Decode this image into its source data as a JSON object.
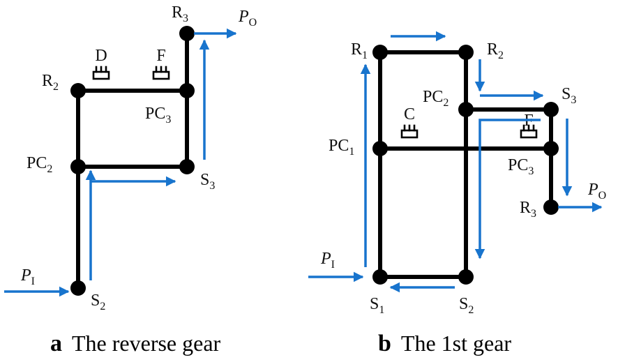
{
  "panel_a": {
    "caption_letter": "a",
    "caption_text": "The reverse gear",
    "nodes": {
      "R3": {
        "main": "R",
        "sub": "3"
      },
      "R2": {
        "main": "R",
        "sub": "2"
      },
      "PC3": {
        "main": "PC",
        "sub": "3"
      },
      "PC2": {
        "main": "PC",
        "sub": "2"
      },
      "S3": {
        "main": "S",
        "sub": "3"
      },
      "S2": {
        "main": "S",
        "sub": "2"
      }
    },
    "brakes": {
      "D": "D",
      "F": "F"
    },
    "output": {
      "main": "P",
      "sub": "O"
    },
    "input": {
      "main": "P",
      "sub": "I"
    }
  },
  "panel_b": {
    "caption_letter": "b",
    "caption_text": "The 1st gear",
    "nodes": {
      "R1": {
        "main": "R",
        "sub": "1"
      },
      "R2": {
        "main": "R",
        "sub": "2"
      },
      "PC2": {
        "main": "PC",
        "sub": "2"
      },
      "S3": {
        "main": "S",
        "sub": "3"
      },
      "PC1": {
        "main": "PC",
        "sub": "1"
      },
      "PC3": {
        "main": "PC",
        "sub": "3"
      },
      "R3": {
        "main": "R",
        "sub": "3"
      },
      "S1": {
        "main": "S",
        "sub": "1"
      },
      "S2": {
        "main": "S",
        "sub": "2"
      }
    },
    "brakes": {
      "C": "C",
      "F": "F"
    },
    "output": {
      "main": "P",
      "sub": "O"
    },
    "input": {
      "main": "P",
      "sub": "I"
    }
  },
  "colors": {
    "links": "#000000",
    "power_flow": "#1874CD",
    "background": "#ffffff"
  }
}
